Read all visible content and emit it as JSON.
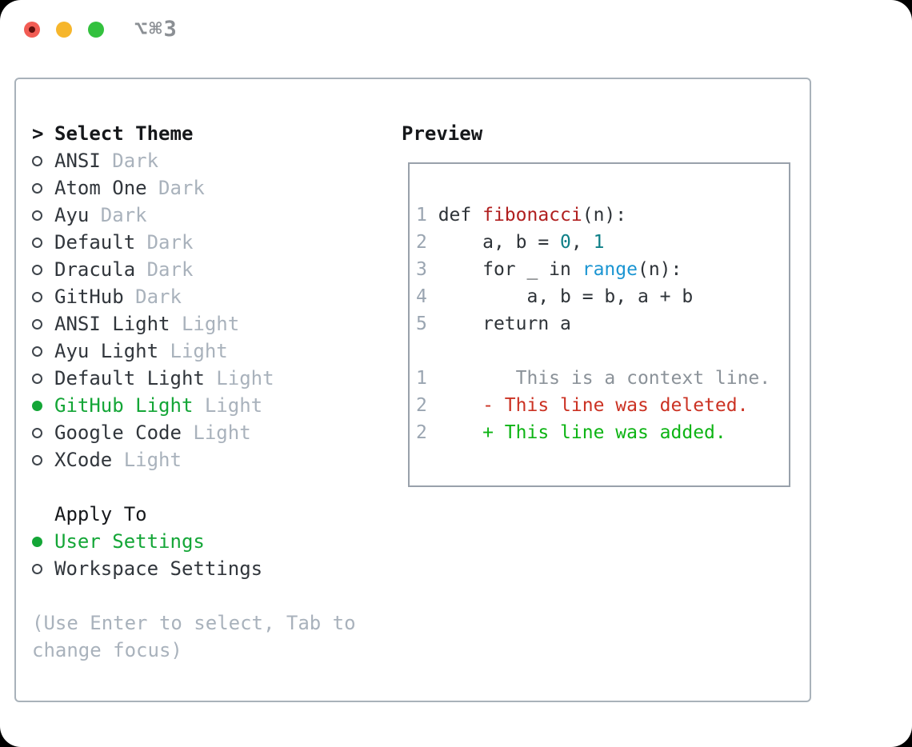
{
  "window": {
    "title": "⌥⌘3",
    "traffic_lights": [
      "close",
      "minimize",
      "zoom"
    ]
  },
  "theme_picker": {
    "prompt": ">",
    "title": "Select Theme",
    "themes": [
      {
        "name": "ANSI",
        "variant": "Dark",
        "selected": false
      },
      {
        "name": "Atom One",
        "variant": "Dark",
        "selected": false
      },
      {
        "name": "Ayu",
        "variant": "Dark",
        "selected": false
      },
      {
        "name": "Default",
        "variant": "Dark",
        "selected": false
      },
      {
        "name": "Dracula",
        "variant": "Dark",
        "selected": false
      },
      {
        "name": "GitHub",
        "variant": "Dark",
        "selected": false
      },
      {
        "name": "ANSI Light",
        "variant": "Light",
        "selected": false
      },
      {
        "name": "Ayu Light",
        "variant": "Light",
        "selected": false
      },
      {
        "name": "Default Light",
        "variant": "Light",
        "selected": false
      },
      {
        "name": "GitHub Light",
        "variant": "Light",
        "selected": true
      },
      {
        "name": "Google Code",
        "variant": "Light",
        "selected": false
      },
      {
        "name": "XCode",
        "variant": "Light",
        "selected": false
      }
    ],
    "apply_to": {
      "title": "Apply To",
      "options": [
        {
          "label": "User Settings",
          "selected": true
        },
        {
          "label": "Workspace Settings",
          "selected": false
        }
      ]
    },
    "hint_lines": [
      "(Use Enter to select, Tab to",
      "change focus)"
    ]
  },
  "preview": {
    "title": "Preview",
    "code_lines": [
      [
        {
          "t": "1 ",
          "c": "ln"
        },
        {
          "t": "def ",
          "c": "pl"
        },
        {
          "t": "fibonacci",
          "c": "fn"
        },
        {
          "t": "(n):",
          "c": "pl"
        }
      ],
      [
        {
          "t": "2 ",
          "c": "ln"
        },
        {
          "t": "    a, b = ",
          "c": "pl"
        },
        {
          "t": "0",
          "c": "nm"
        },
        {
          "t": ", ",
          "c": "pl"
        },
        {
          "t": "1",
          "c": "nm"
        }
      ],
      [
        {
          "t": "3 ",
          "c": "ln"
        },
        {
          "t": "    for _ in ",
          "c": "pl"
        },
        {
          "t": "range",
          "c": "bi"
        },
        {
          "t": "(n):",
          "c": "pl"
        }
      ],
      [
        {
          "t": "4 ",
          "c": "ln"
        },
        {
          "t": "        a, b = b, a + b",
          "c": "pl"
        }
      ],
      [
        {
          "t": "5 ",
          "c": "ln"
        },
        {
          "t": "    return a",
          "c": "pl"
        }
      ],
      [],
      [
        {
          "t": "1 ",
          "c": "ln"
        },
        {
          "t": "       This is a context line.",
          "c": "ctx"
        }
      ],
      [
        {
          "t": "2 ",
          "c": "ln"
        },
        {
          "t": "    ",
          "c": "pl"
        },
        {
          "t": "- This line was deleted.",
          "c": "del"
        }
      ],
      [
        {
          "t": "2 ",
          "c": "ln"
        },
        {
          "t": "    ",
          "c": "pl"
        },
        {
          "t": "+ This line was added.",
          "c": "add"
        }
      ]
    ]
  },
  "colors": {
    "green": "#14a637",
    "added": "#0db414",
    "removed": "#cb3223",
    "func": "#b01f1f",
    "builtin": "#1b95d2",
    "number": "#0e7f87",
    "codeText": "#2e3338",
    "text2": "#31363c",
    "muted": "#a9b2bc",
    "lineno": "#9aa5b1",
    "ctx": "#8b9299",
    "heading": "#16181b",
    "panelBorder": "#a9b2ba",
    "boxBorder": "#99a1ab",
    "titleColor": "#8b8f94",
    "trafficRed": "#f25c54",
    "trafficRedDot": "#600f0c",
    "trafficYellow": "#f6b62c",
    "trafficGreen": "#33c13e"
  }
}
